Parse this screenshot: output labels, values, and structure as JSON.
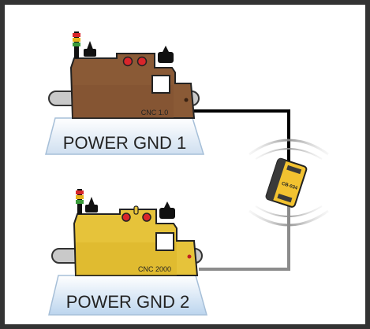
{
  "machines": [
    {
      "model": "CNC 1.0",
      "ground": "POWER GND 1",
      "color": "#8a5a36"
    },
    {
      "model": "CNC 2000",
      "ground": "POWER GND 2",
      "color": "#e6c33a"
    }
  ],
  "isolator": {
    "label": "CB-034",
    "color": "#f2c230"
  },
  "wire_colors": {
    "top": "#000000",
    "bottom": "#8c8c8c"
  },
  "colors": {
    "frame": "#333333",
    "background": "#ffffff",
    "ground_plate": "#e6eef6",
    "ground_plate_edge": "#a6bfd8"
  }
}
